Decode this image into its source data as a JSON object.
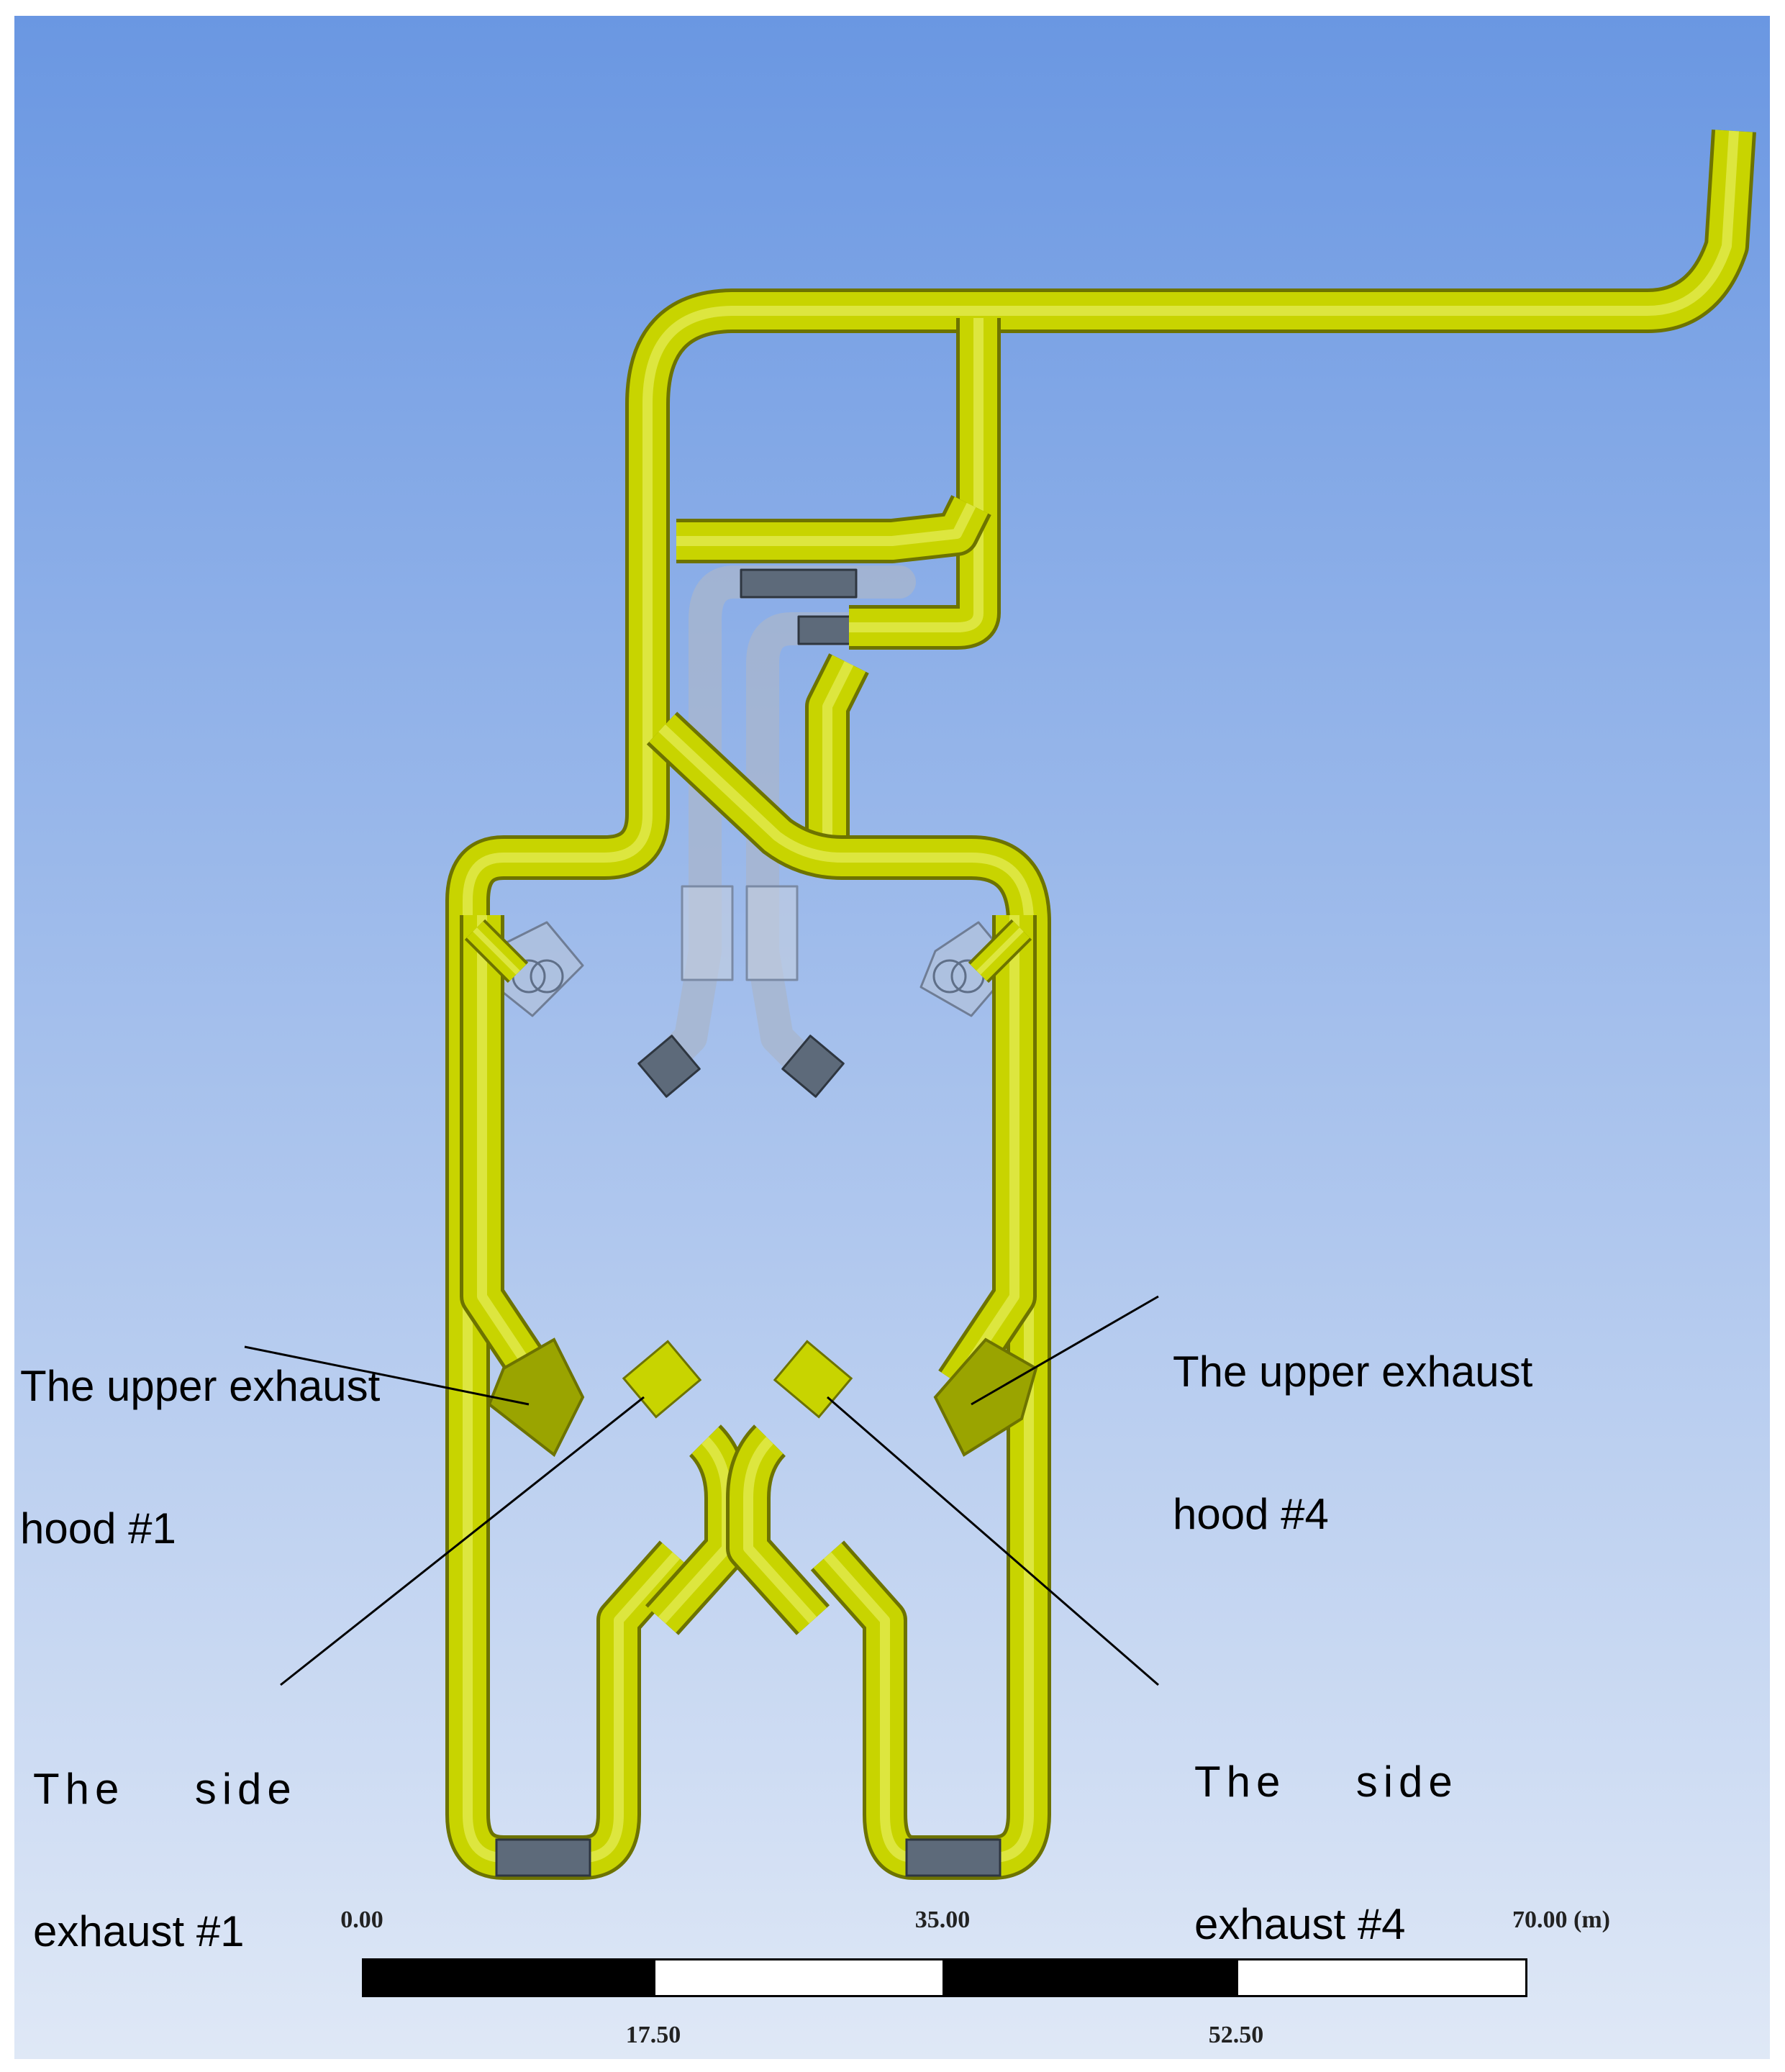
{
  "labels": {
    "upper_hood_1": [
      "The upper exhaust",
      "hood #1"
    ],
    "upper_hood_4": [
      "The upper exhaust",
      "hood #4"
    ],
    "side_exhaust_1": [
      "The  side",
      "exhaust #1"
    ],
    "side_exhaust_4": [
      "The  side",
      "exhaust #4"
    ]
  },
  "scale_bar": {
    "unit": "(m)",
    "top_ticks": [
      "0.00",
      "35.00",
      "70.00 (m)"
    ],
    "bottom_ticks": [
      "17.50",
      "52.50"
    ],
    "fills": [
      "#000000",
      "#ffffff",
      "#000000",
      "#ffffff"
    ]
  },
  "colors": {
    "sky_top": "#6a97e2",
    "sky_bottom": "#dfe8f6",
    "duct": "#c8d400",
    "duct_dark": "#9aa400",
    "duct_edge": "#6d7300",
    "ghost": "#a8b6cc"
  }
}
